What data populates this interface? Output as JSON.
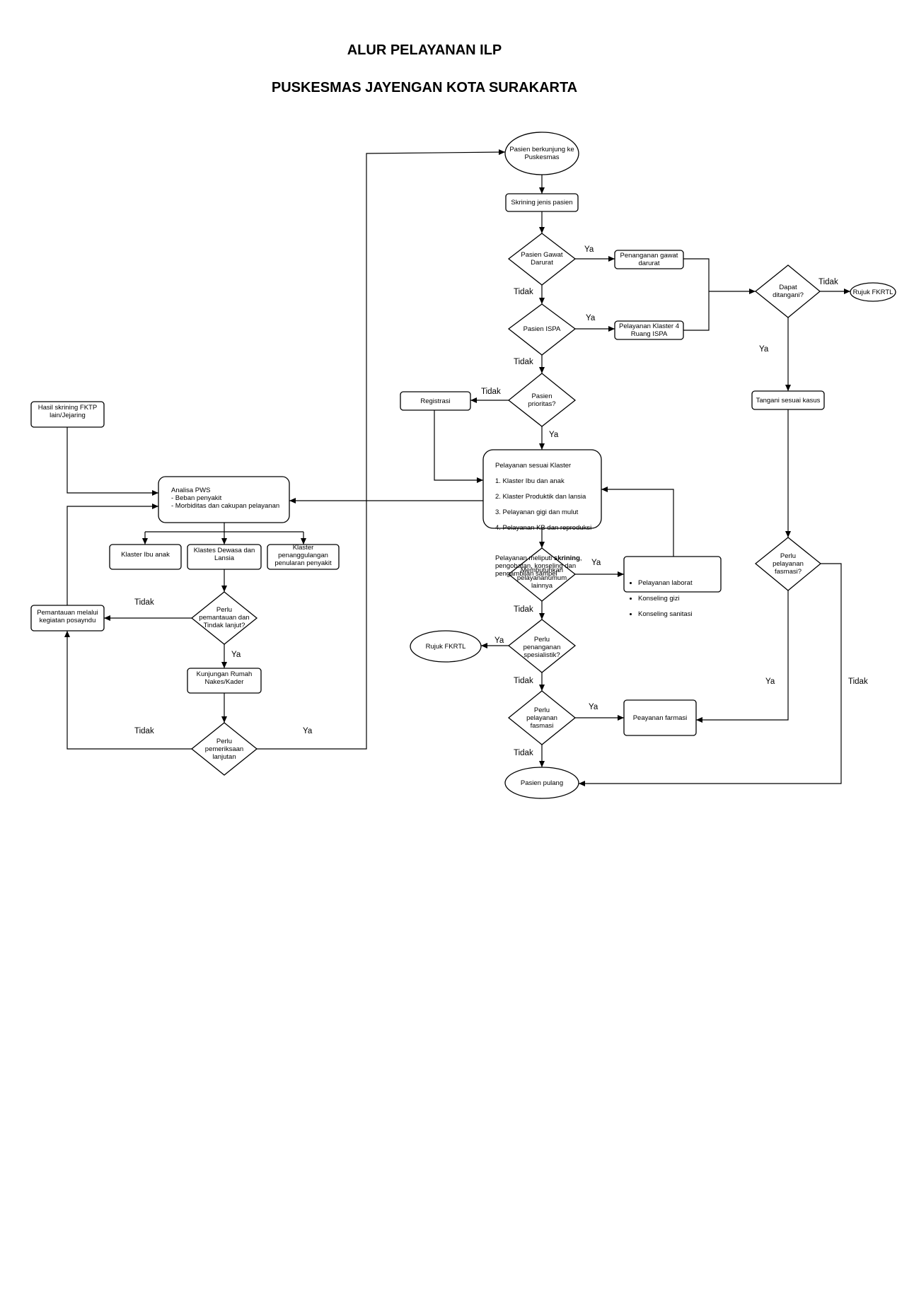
{
  "title": {
    "line1": "ALUR PELAYANAN ILP",
    "line2": "PUSKESMAS JAYENGAN KOTA SURAKARTA"
  },
  "nodes": {
    "pasien_berkunjung": "Pasien berkunjung ke\nPuskesmas",
    "skrining_jenis": "Skrining jenis pasien",
    "gawat_darurat_q": "Pasien Gawat\nDarurat",
    "penanganan_gawat": "Penanganan gawat\ndarurat",
    "ispa_q": "Pasien ISPA",
    "pelayanan_klaster4": "Pelayanan Klaster 4\nRuang ISPA",
    "dapat_ditangani_q": "Dapat\nditangani?",
    "rujuk_fkrtl_right": "Rujuk FKRTL",
    "tangani_kasus": "Tangani sesuai kasus",
    "prioritas_q": "Pasien\nprioritas?",
    "registrasi": "Registrasi",
    "klaster_box": {
      "heading": "Pelayanan sesuai Klaster",
      "items": [
        "1. Klaster Ibu dan anak",
        "2. Klaster Produktik dan lansia",
        "3. Pelayanan gigi dan mulut",
        "4. Pelayanan KB dan reproduksi"
      ],
      "note_prefix": "Pelayanan meliputi ",
      "note_bold": "skrining",
      "note_rest": ", pengobatan, konseling dan pengambilan sampel"
    },
    "hasil_skrining": "Hasil skrining FKTP\nlain/Jejaring",
    "analisa_pws": "Analisa PWS\n- Beban penyakit\n- Morbiditas dan cakupan pelayanan",
    "klaster_ibu_anak": "Klaster Ibu anak",
    "klaster_dewasa": "Klastes Dewasa dan\nLansia",
    "klaster_penanggulangan": "Klaster\npenanggulangan\npenularan penyakit",
    "perlu_pemantauan_q": "Perlu\npemantauan dan\nTindak lanjut?",
    "pemantauan_posyandu": "Pemantauan melalui\nkegiatan posayndu",
    "kunjungan_rumah": "Kunjungan Rumah\nNakes/Kader",
    "perlu_pemeriksaan_q": "Perlu\npemeriksaan\nlanjutan",
    "membutuhkan_q": "Membutuhkan\npelayananumum\nlainnya",
    "pelayanan_lab_items": [
      "Pelayanan laborat",
      "Konseling gizi",
      "Konseling sanitasi"
    ],
    "perlu_spesialistik_q": "Perlu\npenanganan\nspesialistik?",
    "rujuk_fkrtl_left": "Rujuk FKRTL",
    "perlu_farmasi_left_q": "Perlu\npelayanan\nfasmasi",
    "pelayanan_farmasi": "Peayanan farmasi",
    "perlu_farmasi_right_q": "Perlu\npelayanan\nfasmasi?",
    "pasien_pulang": "Pasien pulang"
  },
  "edge_labels": {
    "yes": "Ya",
    "no": "Tidak"
  }
}
